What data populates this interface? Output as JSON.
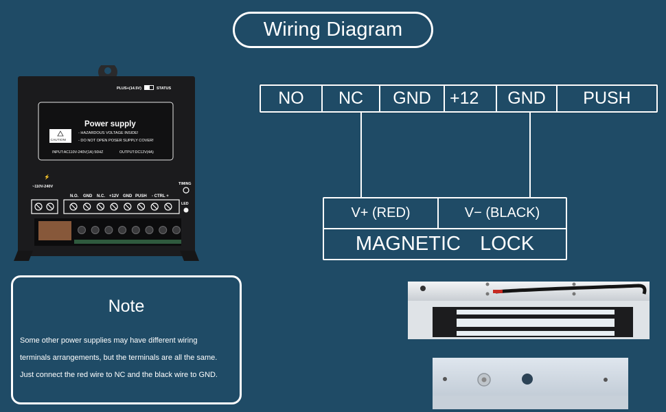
{
  "title": "Wiring Diagram",
  "terminal_strip": {
    "terminals": [
      {
        "label": "NO"
      },
      {
        "label": "NC"
      },
      {
        "label": "GND"
      },
      {
        "label": "+12"
      },
      {
        "label": "GND"
      },
      {
        "label": "PUSH"
      }
    ]
  },
  "connections": [
    {
      "from_terminal": "NC",
      "to": "V+ (RED)"
    },
    {
      "from_terminal": "GND",
      "to": "V− (BLACK)"
    }
  ],
  "magnetic_lock": {
    "name": "MAGNETIC  LOCK",
    "positive_wire": "V+ (RED)",
    "negative_wire": "V− (BLACK)"
  },
  "note": {
    "title": "Note",
    "lines": [
      "Some other power supplies may have different wiring",
      "terminals arrangements, but the terminals are all the same.",
      "Just connect the red wire to NC and the black wire to GND."
    ]
  },
  "power_supply": {
    "switch_label_left": "PLUS+(14.5V)",
    "switch_label_right": "STATUS",
    "label_title": "Power supply",
    "caution_text": "CAUTION!",
    "warnings": [
      "- HAZARDOUS VOLTAGE INSIDE!",
      "- DO NOT OPEN POSER SUPPLY COVER!"
    ],
    "input_spec": "INPUT:AC110V-240V(1A) 50HZ",
    "output_spec": "OUTPUT:DC12V(4A)",
    "ac_terminal_label": "~110V-240V",
    "terminal_labels": [
      "N.O.",
      "GND",
      "N.C.",
      "+12V",
      "GND",
      "PUSH",
      "- CTRL +"
    ],
    "timing_label": "TIMING",
    "led_label": "LED"
  },
  "colors": {
    "background": "#1f4b66",
    "line": "#ffffff",
    "device_body": "#1b1b1d"
  }
}
